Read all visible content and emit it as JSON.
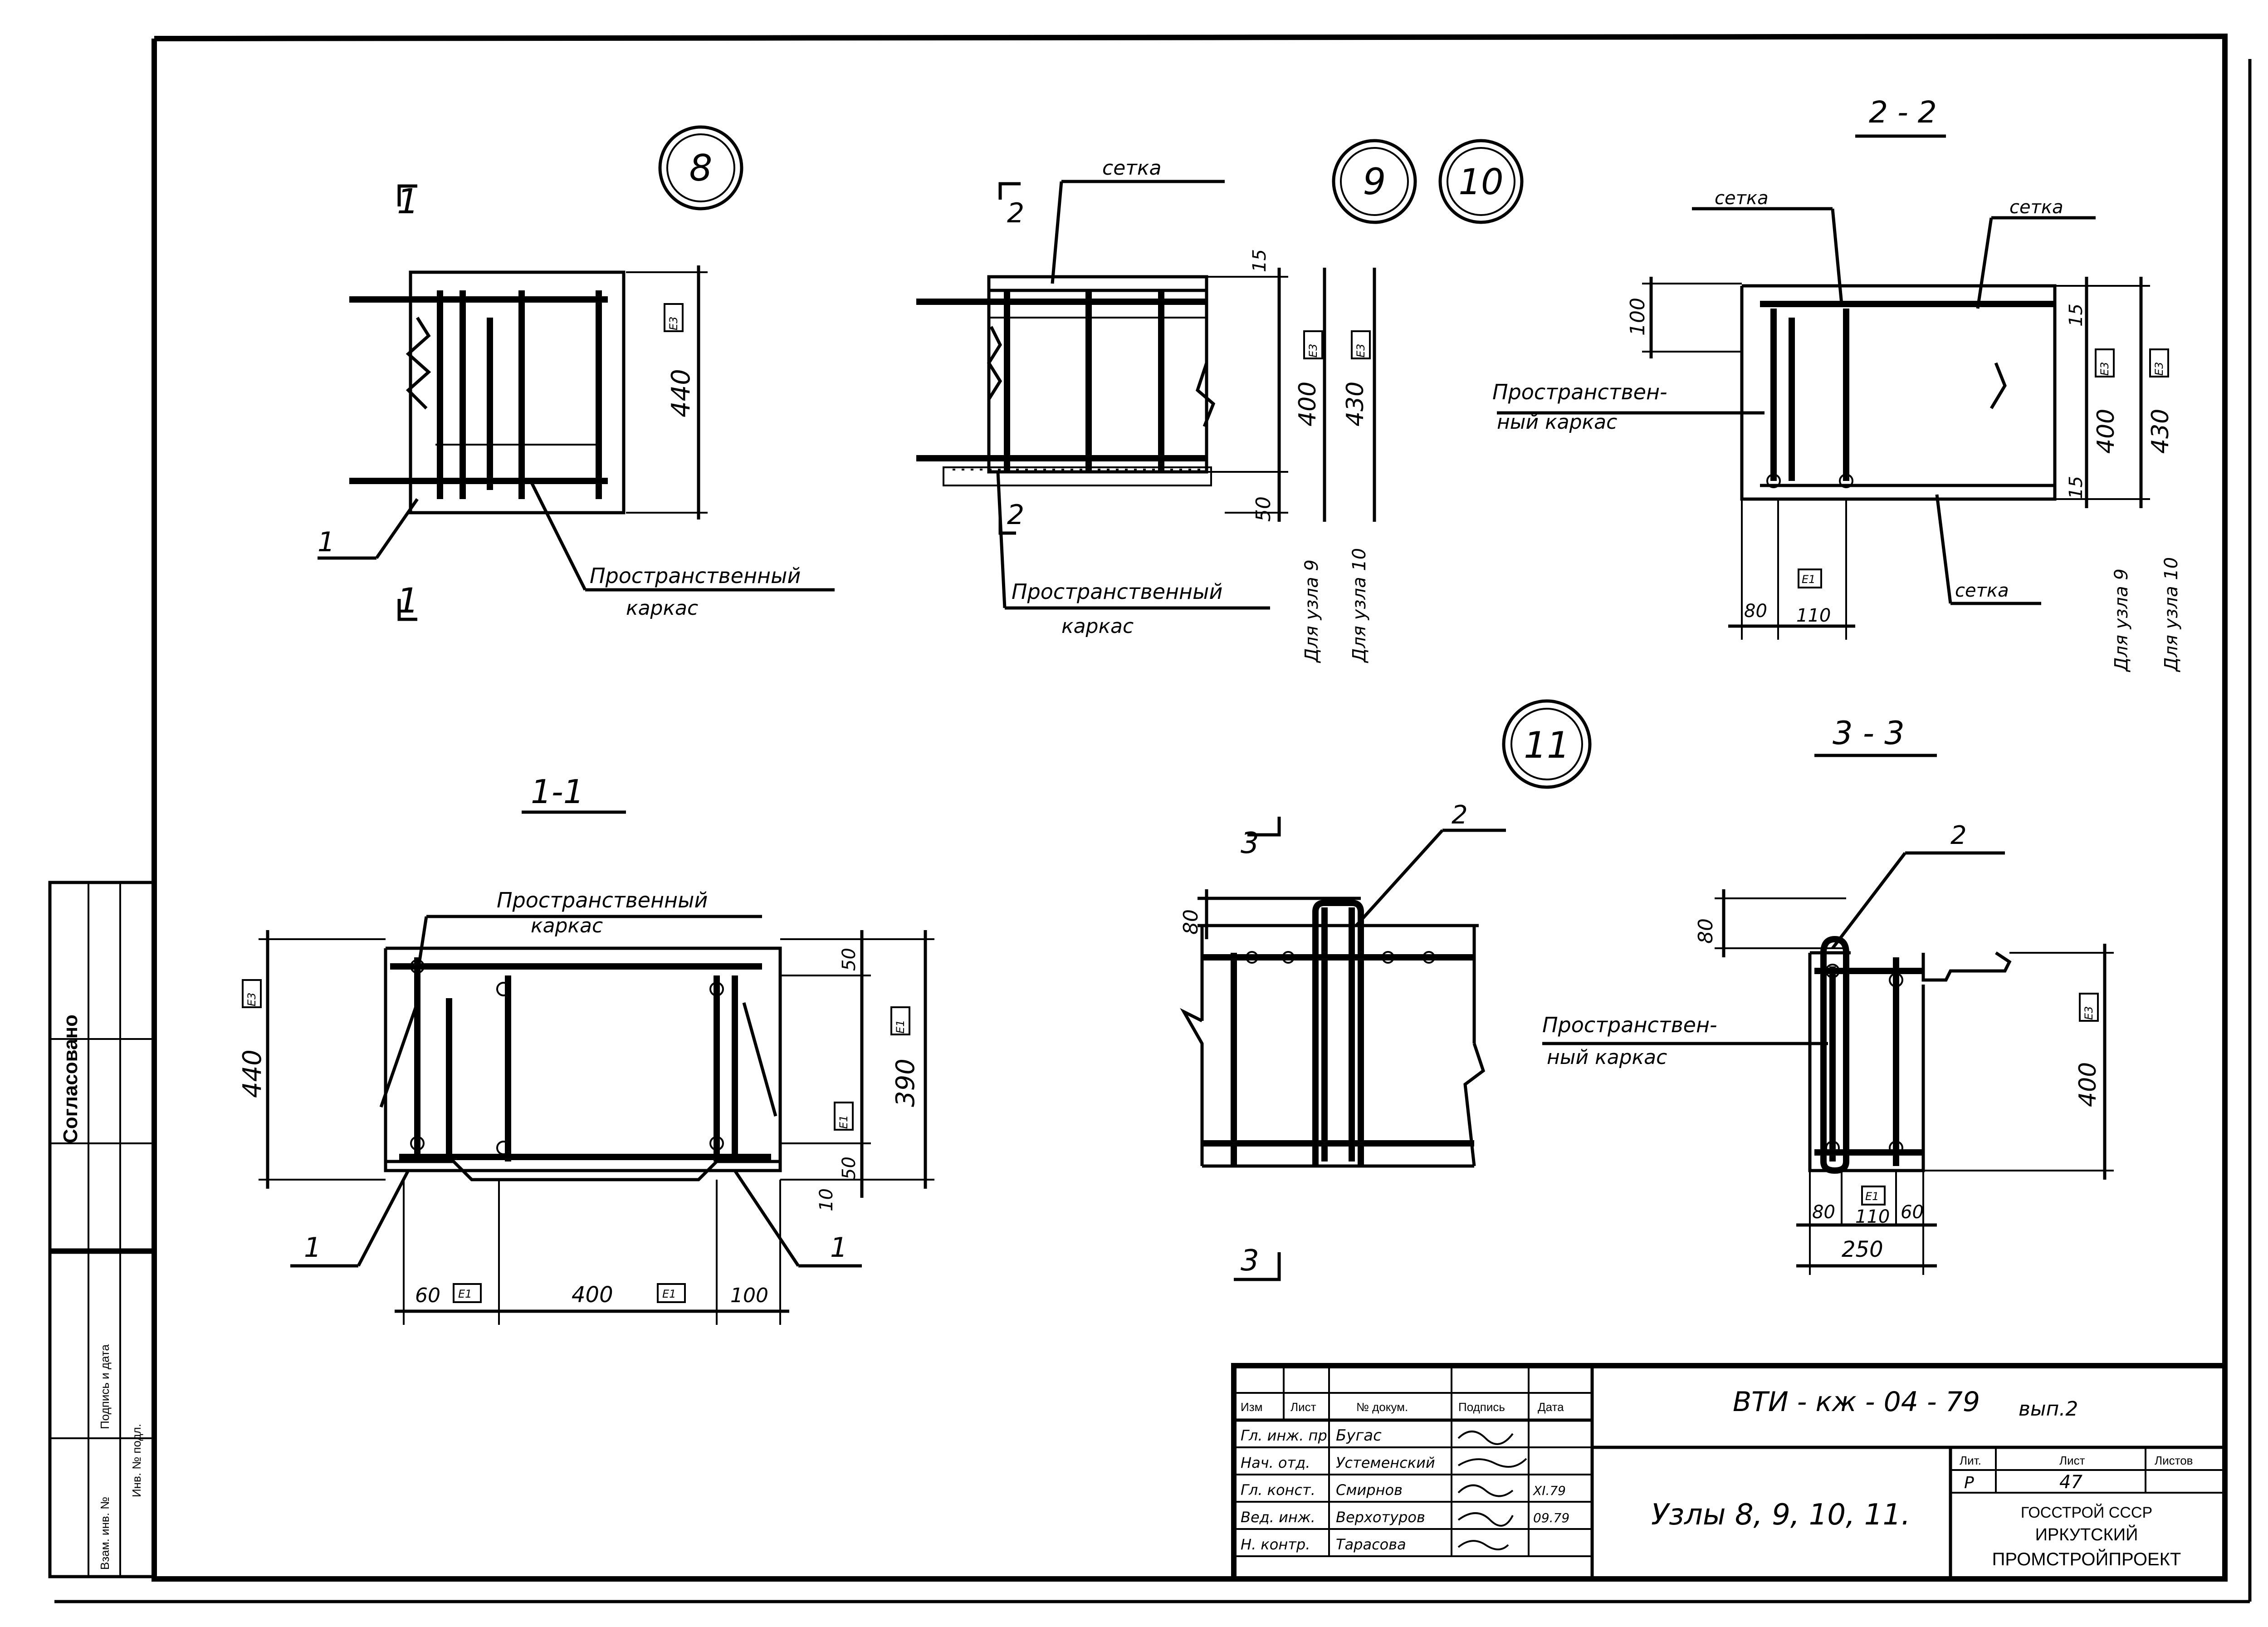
{
  "nodes": {
    "n8": "8",
    "n9": "9",
    "n10": "10",
    "n11": "11"
  },
  "section_marks": {
    "s1_top": "1",
    "s1_bot": "1",
    "s2_top": "2",
    "s2_bot": "2",
    "s3_top": "3",
    "s3_bot": "3"
  },
  "section_titles": {
    "sec22": "2 - 2",
    "sec11": "1-1",
    "sec33": "3 - 3"
  },
  "labels": {
    "spatial_frame": "Пространственный",
    "frame": "каркас",
    "spatial_frame_a": "Пространствен-",
    "spatial_frame_b": "ный каркас",
    "mesh": "сетка",
    "for_node9": "Для узла 9",
    "for_node10": "Для узла 10",
    "pos1": "1",
    "pos2": "2"
  },
  "dims": {
    "d440": "440",
    "d400": "400",
    "d430": "430",
    "d15": "15",
    "d50": "50",
    "d100": "100",
    "d80": "80",
    "d110": "110",
    "d390": "390",
    "d10": "10",
    "d60": "60",
    "d250": "250",
    "e3": "Е3",
    "e1": "Е1"
  },
  "approval": {
    "title": "Согласовано",
    "inv_no": "Инв. № подл.",
    "sign_date": "Подпись и дата",
    "replaced_inv": "Взам. инв. №"
  },
  "title_block": {
    "code": "ВТИ - кж - 04 - 79",
    "issue": "вып.2",
    "drawing_title": "Узлы 8, 9, 10, 11.",
    "headers": [
      "Изм",
      "Лист",
      "№ докум.",
      "Подпись",
      "Дата"
    ],
    "roles": [
      "Гл. инж. пр.",
      "Нач. отд.",
      "Гл. конст.",
      "Вед. инж.",
      "Н. контр."
    ],
    "names": [
      "Бугас",
      "Устеменский",
      "Смирнов",
      "Верхотуров",
      "Тарасова"
    ],
    "dates": [
      "",
      "",
      "XI.79",
      "09.79",
      ""
    ],
    "stage_hdr": "Лит.",
    "sheet_hdr": "Лист",
    "sheets_hdr": "Листов",
    "stage": "Р",
    "sheet": "47",
    "sheets": "",
    "org_1": "ГОССТРОЙ СССР",
    "org_2": "ИРКУТСКИЙ",
    "org_3": "ПРОМСТРОЙПРОЕКТ"
  }
}
